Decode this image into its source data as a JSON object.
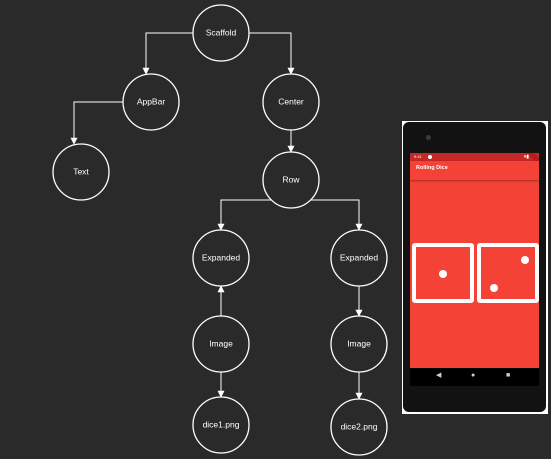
{
  "diagram": {
    "nodes": [
      {
        "id": "scaffold",
        "label": "Scaffold"
      },
      {
        "id": "appbar",
        "label": "AppBar"
      },
      {
        "id": "center",
        "label": "Center"
      },
      {
        "id": "text",
        "label": "Text"
      },
      {
        "id": "row",
        "label": "Row"
      },
      {
        "id": "expanded1",
        "label": "Expanded"
      },
      {
        "id": "expanded2",
        "label": "Expanded"
      },
      {
        "id": "image1",
        "label": "Image"
      },
      {
        "id": "image2",
        "label": "Image"
      },
      {
        "id": "dice1",
        "label": "dice1.png"
      },
      {
        "id": "dice2",
        "label": "dice2.png"
      }
    ],
    "edges": [
      {
        "from": "scaffold",
        "to": "appbar"
      },
      {
        "from": "scaffold",
        "to": "center"
      },
      {
        "from": "appbar",
        "to": "text"
      },
      {
        "from": "center",
        "to": "row"
      },
      {
        "from": "row",
        "to": "expanded1"
      },
      {
        "from": "row",
        "to": "expanded2"
      },
      {
        "from": "image1",
        "to": "expanded1"
      },
      {
        "from": "expanded2",
        "to": "image2"
      },
      {
        "from": "image1",
        "to": "dice1"
      },
      {
        "from": "image2",
        "to": "dice2"
      }
    ]
  },
  "phone": {
    "status_time": "9:41",
    "status_icons": "▾▮",
    "app_title": "Rolling Dice",
    "left_die_value": 1,
    "right_die_value": 2,
    "colors": {
      "app_red": "#f44336",
      "status_red": "#c62828"
    },
    "nav": {
      "back": "◀",
      "home": "●",
      "recents": "■"
    }
  }
}
